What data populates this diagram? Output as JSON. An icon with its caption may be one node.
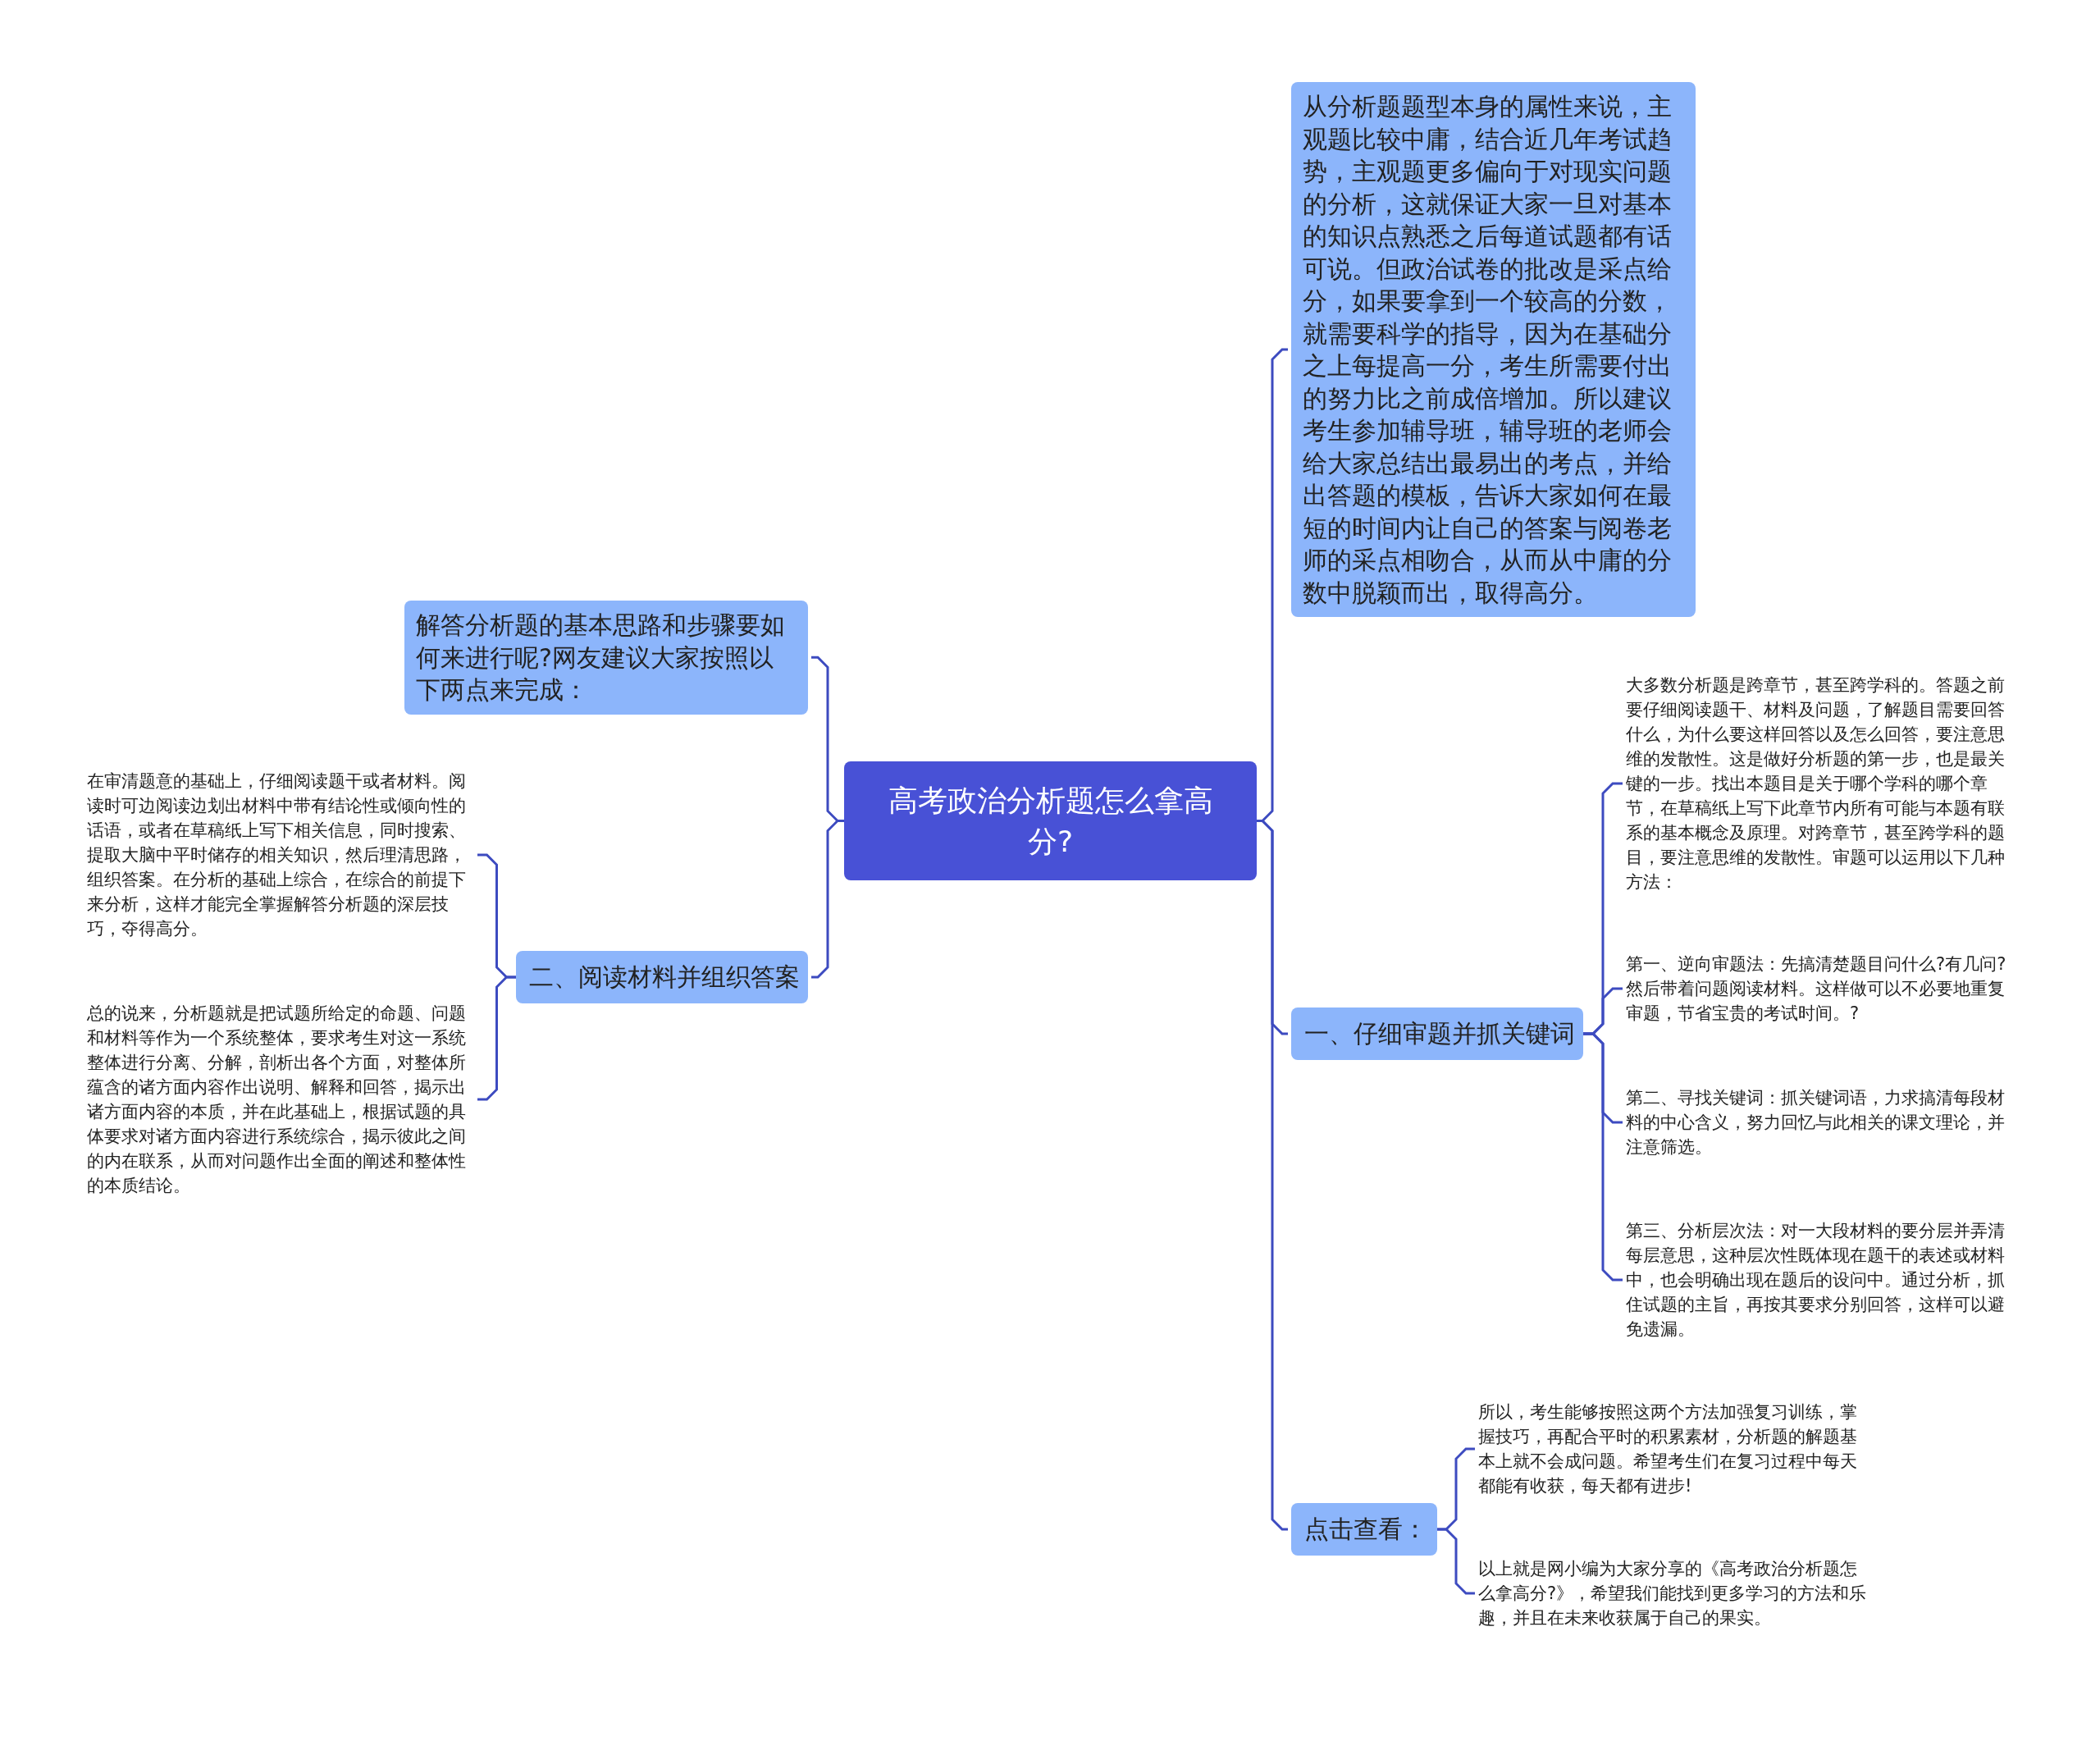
{
  "diagram": {
    "nodes": [
      {
        "text": [
          "高考政治分析题怎么拿高分?"
        ]
      },
      {
        "text": [
          "解答分析题的基本思路和步骤要如何来进行呢?网友建议大家按照以下两点来完成："
        ]
      },
      {
        "text": [
          "二、阅读材料并组织答案"
        ]
      },
      {
        "text": [
          "在审清题意的基础上，仔细阅读题干或者材料。阅读时可边阅读边划出材料中带有结论性或倾向性的话语，或者在草稿纸上写下相关信息，同时搜索、提取大脑中平时储存的相关知识，然后理清思路，组织答案。在分析的基础上综合，在综合的前提下来分析，这样才能完全掌握解答分析题的深层技巧，夺得高分。"
        ]
      },
      {
        "text": [
          "总的说来，分析题就是把试题所给定的命题、问题和材料等作为一个系统整体，要求考生对这一系统整体进行分离、分解，剖析出各个方面，对整体所蕴含的诸方面内容作出说明、解释和回答，揭示出诸方面内容的本质，并在此基础上，根据试题的具体要求对诸方面内容进行系统综合，揭示彼此之间的内在联系，从而对问题作出全面的阐述和整体性的本质结论。"
        ]
      },
      {
        "text": [
          "从分析题题型本身的属性来说，主观题比较中庸，结合近几年考试趋势，主观题更多偏向于对现实问题的分析，这就保证大家一旦对基本的知识点熟悉之后每道试题都有话可说。但政治试卷的批改是采点给分，如果要拿到一个较高的分数，就需要科学的指导，因为在基础分之上每提高一分，考生所需要付出的努力比之前成倍增加。所以建议考生参加辅导班，辅导班的老师会给大家总结出最易出的考点，并给出答题的模板，告诉大家如何在最短的时间内让自己的答案与阅卷老师的采点相吻合，从而从中庸的分数中脱颖而出，取得高分。"
        ]
      },
      {
        "text": [
          "一、仔细审题并抓关键词"
        ]
      },
      {
        "text": [
          "大多数分析题是跨章节，甚至跨学科的。答题之前要仔细阅读题干、材料及问题，了解题目需要回答什么，为什么要这样回答以及怎么回答，要注意思维的发散性。这是做好分析题的第一步，也是最关键的一步。找出本题目是关于哪个学科的哪个章节，在草稿纸上写下此章节内所有可能与本题有联系的基本概念及原理。对跨章节，甚至跨学科的题目，要注意思维的发散性。审题可以运用以下几种方法："
        ]
      },
      {
        "text": [
          "第一、逆向审题法：先搞清楚题目问什么?有几问?然后带着问题阅读材料。这样做可以不必要地重复审题，节省宝贵的考试时间。?"
        ]
      },
      {
        "text": [
          "第二、寻找关键词：抓关键词语，力求搞清每段材料的中心含义，努力回忆与此相关的课文理论，并注意筛选。"
        ]
      },
      {
        "text": [
          "第三、分析层次法：对一大段材料的要分层并弄清每层意思，这种层次性既体现在题干的表述或材料中，也会明确出现在题后的设问中。通过分析，抓住试题的主旨，再按其要求分别回答，这样可以避免遗漏。"
        ]
      },
      {
        "text": [
          "点击查看："
        ]
      },
      {
        "text": [
          "所以，考生能够按照这两个方法加强复习训练，掌握技巧，再配合平时的积累素材，分析题的解题基本上就不会成问题。希望考生们在复习过程中每天都能有收获，每天都有进步!"
        ]
      },
      {
        "text": [
          "以上就是网小编为大家分享的《高考政治分析题怎么拿高分?》，希望我们能找到更多学习的方法和乐趣，并且在未来收获属于自己的果实。"
        ]
      }
    ],
    "edges": [
      {
        "from": 0,
        "to": 1,
        "arrow": "none"
      },
      {
        "from": 0,
        "to": 2,
        "arrow": "none"
      },
      {
        "from": 2,
        "to": 3,
        "arrow": "none"
      },
      {
        "from": 2,
        "to": 4,
        "arrow": "none"
      },
      {
        "from": 0,
        "to": 5,
        "arrow": "none"
      },
      {
        "from": 0,
        "to": 6,
        "arrow": "none"
      },
      {
        "from": 6,
        "to": 7,
        "arrow": "none"
      },
      {
        "from": 6,
        "to": 8,
        "arrow": "none"
      },
      {
        "from": 6,
        "to": 9,
        "arrow": "none"
      },
      {
        "from": 6,
        "to": 10,
        "arrow": "none"
      },
      {
        "from": 0,
        "to": 11,
        "arrow": "none"
      },
      {
        "from": 11,
        "to": 12,
        "arrow": "none"
      },
      {
        "from": 11,
        "to": 13,
        "arrow": "none"
      }
    ]
  }
}
